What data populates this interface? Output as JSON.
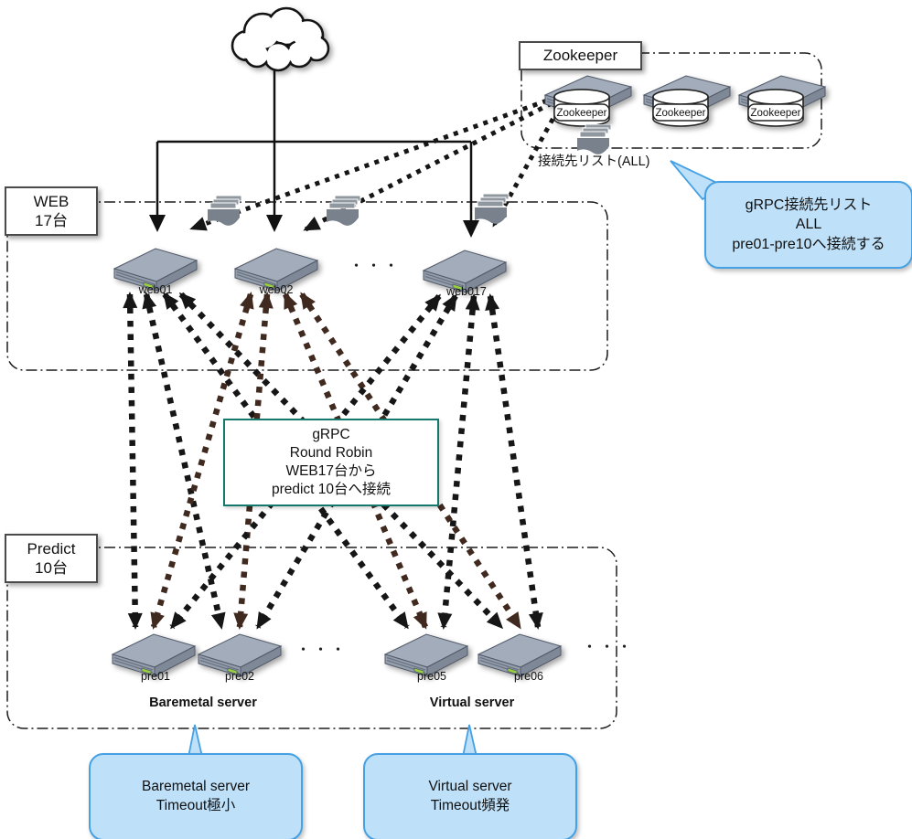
{
  "title_boxes": {
    "zookeeper": "Zookeeper",
    "web_line1": "WEB",
    "web_line2": "17台",
    "predict_line1": "Predict",
    "predict_line2": "10台"
  },
  "zookeeper_group": {
    "server_labels": [
      "Zookeeper",
      "Zookeeper",
      "Zookeeper"
    ],
    "list_label": "接続先リスト(ALL)"
  },
  "web_group": {
    "server_labels": [
      "web01",
      "web02",
      "web017"
    ],
    "ellipsis": "・・・"
  },
  "predict_group": {
    "server_labels": [
      "pre01",
      "pre02",
      "pre05",
      "pre06"
    ],
    "ellipsis_mid": "・・・",
    "ellipsis_right": "・・・",
    "baremetal_caption": "Baremetal server",
    "virtual_caption": "Virtual server"
  },
  "grpc_box": {
    "lines": [
      "gRPC",
      "Round Robin",
      "WEB17台から",
      "predict 10台へ接続"
    ]
  },
  "callouts": {
    "zookeeper_list": {
      "lines": [
        "gRPC接続先リスト",
        "ALL",
        "pre01-pre10へ接続する"
      ]
    },
    "baremetal": {
      "lines": [
        "Baremetal server",
        "Timeout極小"
      ]
    },
    "virtual": {
      "lines": [
        "Virtual server",
        "Timeout頻発"
      ]
    }
  },
  "edges": {
    "cloud_to_web": [
      "web01",
      "web02",
      "web017"
    ],
    "zookeeper_to_web": [
      "web01",
      "web02",
      "web017"
    ],
    "web_to_predict_mesh": {
      "from": [
        "web01",
        "web02",
        "web017"
      ],
      "to": [
        "pre01",
        "pre02",
        "pre05",
        "pre06"
      ],
      "style": "dotted, double-headed",
      "web02_color": "brown",
      "other_color": "black"
    }
  },
  "colors": {
    "callout_fill": "#bee0f8",
    "callout_border": "#45a1e4",
    "grpc_border": "#15786c",
    "arrow_black": "#161616",
    "arrow_brown": "#40291f",
    "server_top": "#a2acba",
    "led_green": "#9ad23e"
  }
}
